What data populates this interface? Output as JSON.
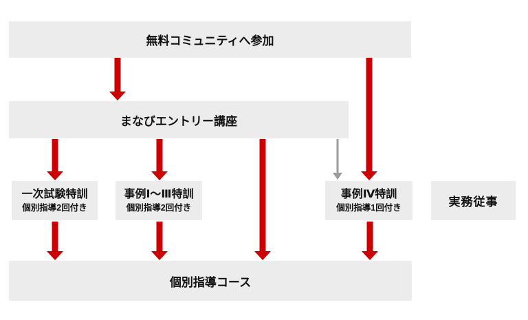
{
  "colors": {
    "arrow_red": "#cc0000",
    "arrow_gray": "#9b9b9b",
    "box_fill": "#ececec",
    "text": "#111111",
    "background": "#ffffff"
  },
  "flow": {
    "community": "無料コミュニティへ参加",
    "entry_course": "まなびエントリー講座",
    "trainings": [
      {
        "title": "一次試験特訓",
        "subtitle": "個別指導2回付き"
      },
      {
        "title": "事例Ⅰ〜Ⅲ特訓",
        "subtitle": "個別指導2回付き"
      },
      {
        "title": "事例Ⅳ特訓",
        "subtitle": "個別指導1回付き"
      }
    ],
    "practical_work": "実務従事",
    "individual_course": "個別指導コース"
  }
}
